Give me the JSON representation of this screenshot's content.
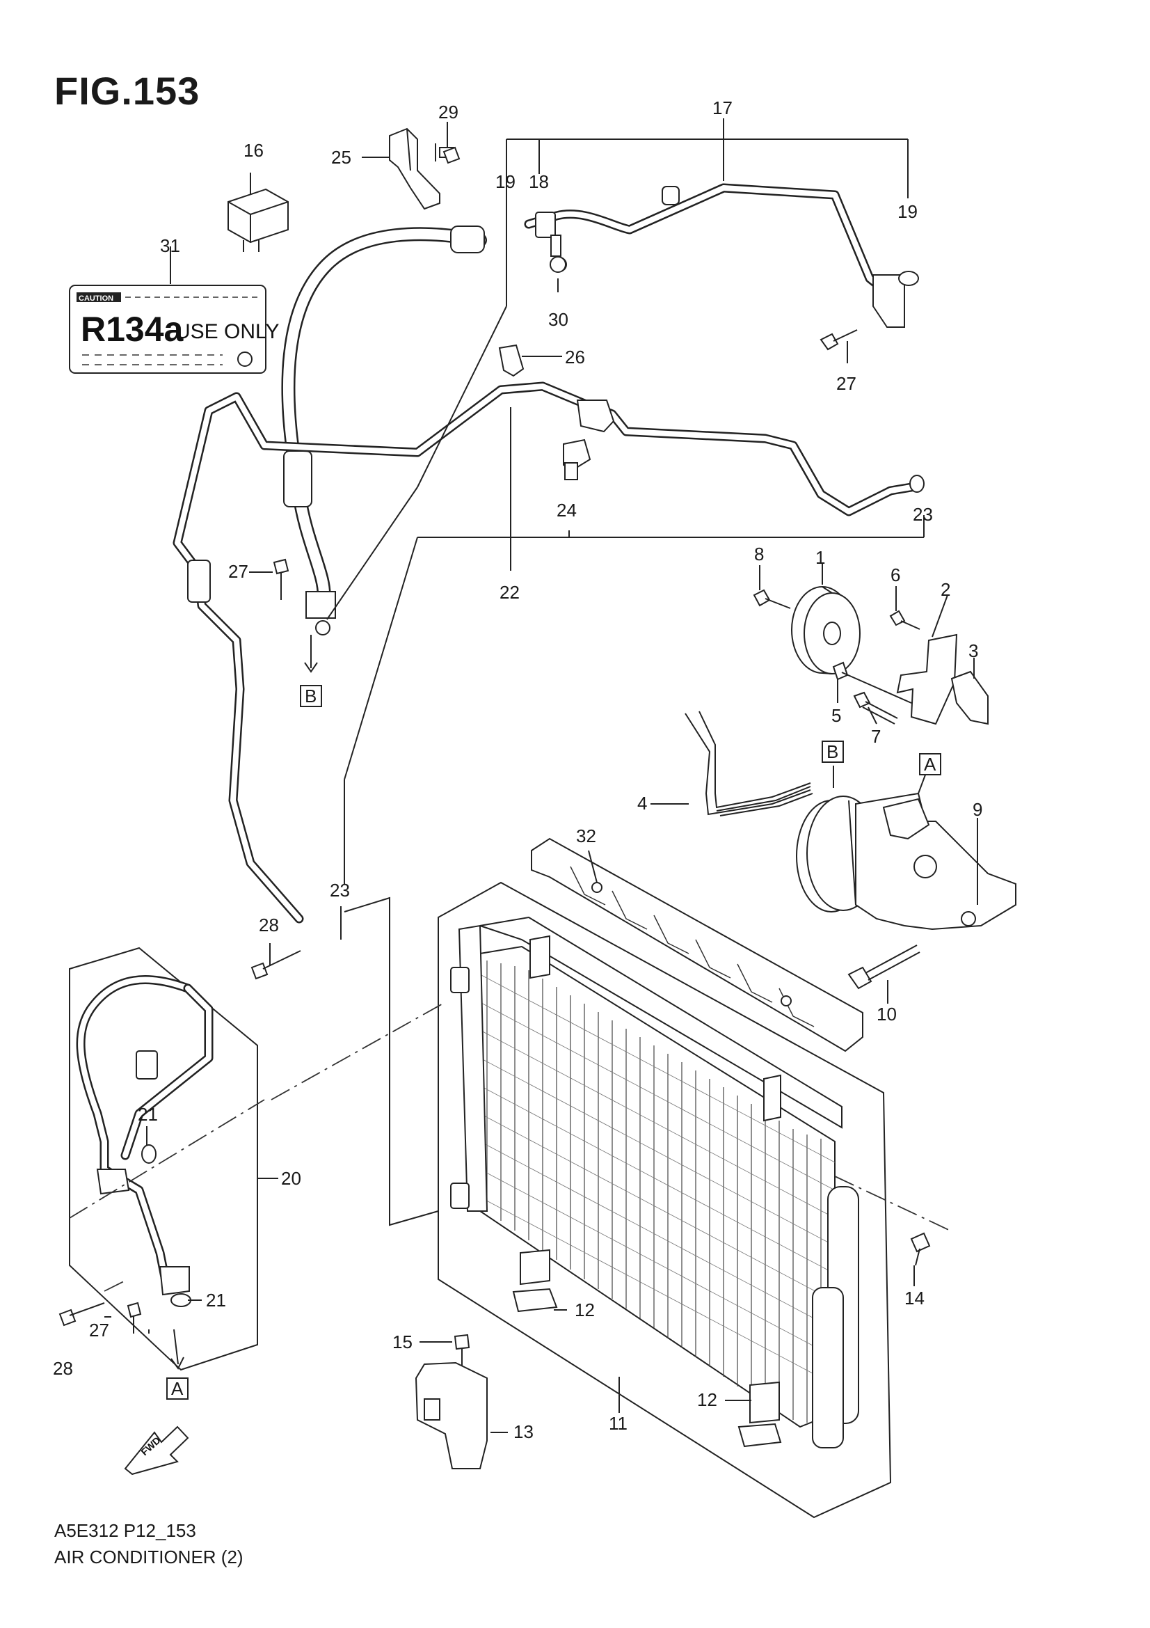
{
  "figure": {
    "title": "FIG.153",
    "code": "A5E312 P12_153",
    "caption": "AIR CONDITIONER (2)"
  },
  "label": {
    "caution": "CAUTION",
    "refrigerant": "R134a",
    "use_only": "USE ONLY"
  },
  "fwd_marker": "FWD",
  "ref_boxes": [
    "A",
    "B"
  ],
  "callouts": [
    "1",
    "2",
    "3",
    "4",
    "5",
    "6",
    "7",
    "8",
    "9",
    "10",
    "11",
    "12",
    "13",
    "14",
    "15",
    "16",
    "17",
    "18",
    "19",
    "20",
    "21",
    "22",
    "23",
    "24",
    "25",
    "26",
    "27",
    "28",
    "29",
    "30",
    "31",
    "32"
  ]
}
